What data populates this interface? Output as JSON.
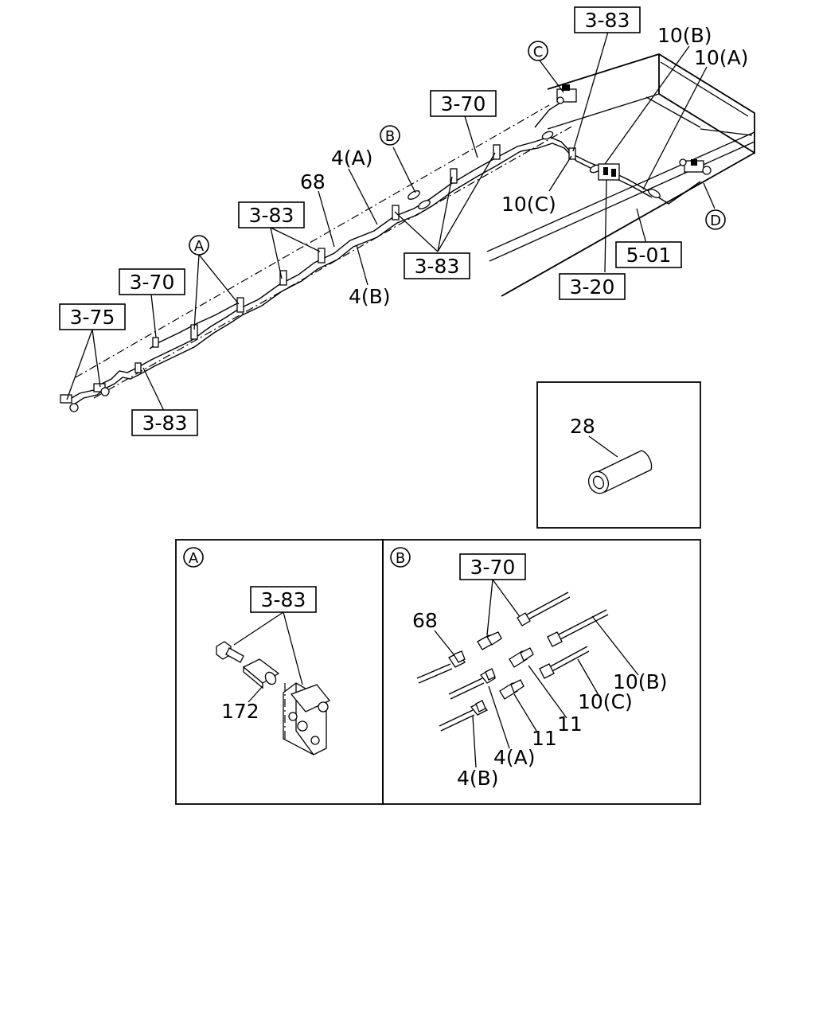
{
  "main_view": {
    "callouts": {
      "ref_3_83_top": "3-83",
      "ref_3_70_top": "3-70",
      "ref_3_83_mid": "3-83",
      "ref_3_83_center": "3-83",
      "ref_3_70_left": "3-70",
      "ref_3_75": "3-75",
      "ref_3_83_bottom": "3-83",
      "ref_5_01": "5-01",
      "ref_3_20": "3-20"
    },
    "part_labels": {
      "p10b": "10(B)",
      "p10a": "10(A)",
      "p10c": "10(C)",
      "p4a": "4(A)",
      "p4b": "4(B)",
      "p68": "68"
    },
    "markers": {
      "A": "A",
      "B": "B",
      "C": "C",
      "D": "D"
    }
  },
  "inset_28": {
    "label": "28"
  },
  "detail_a": {
    "marker": "A",
    "callout": "3-83",
    "label_172": "172"
  },
  "detail_b": {
    "marker": "B",
    "callout": "3-70",
    "labels": {
      "p68": "68",
      "p10b": "10(B)",
      "p10c": "10(C)",
      "p11a": "11",
      "p11b": "11",
      "p4a": "4(A)",
      "p4b": "4(B)"
    }
  }
}
